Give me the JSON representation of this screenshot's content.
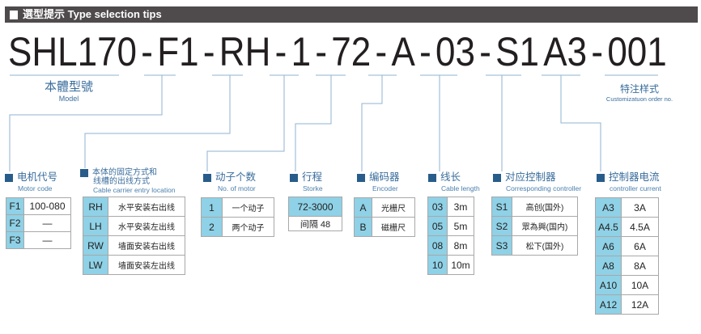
{
  "header": {
    "title": "選型提示 Type selection tips"
  },
  "model_code": [
    "SHL170",
    "-",
    "F1",
    "-",
    "RH",
    "-",
    "1",
    "-",
    "72",
    "-",
    "A",
    "-",
    "03",
    "-",
    "S1",
    "A3",
    "-",
    "001"
  ],
  "model_label": {
    "cn": "本體型號",
    "en": "Model"
  },
  "custom_label": {
    "cn": "特注样式",
    "en": "Customizatuon order no."
  },
  "sections": {
    "motor_code": {
      "title": "电机代号",
      "sub": "Motor code",
      "rows": [
        [
          "F1",
          "100-080"
        ],
        [
          "F2",
          "—"
        ],
        [
          "F3",
          "—"
        ]
      ]
    },
    "cable_carrier": {
      "title1": "本体的固定方式和",
      "title2": "线槽的出线方式",
      "sub": "Cable carrier entry location",
      "rows": [
        [
          "RH",
          "水平安装右出线"
        ],
        [
          "LH",
          "水平安装左出线"
        ],
        [
          "RW",
          "墙面安装右出线"
        ],
        [
          "LW",
          "墙面安装左出线"
        ]
      ]
    },
    "motor_count": {
      "title": "动子个数",
      "sub": "No. of motor",
      "rows": [
        [
          "1",
          "一个动子"
        ],
        [
          "2",
          "两个动子"
        ]
      ]
    },
    "stroke": {
      "title": "行程",
      "sub": "Storke",
      "range": "72-3000",
      "interval": "间隔 48"
    },
    "encoder": {
      "title": "编码器",
      "sub": "Encoder",
      "rows": [
        [
          "A",
          "光栅尺"
        ],
        [
          "B",
          "磁栅尺"
        ]
      ]
    },
    "cable_length": {
      "title": "线长",
      "sub": "Cable length",
      "rows": [
        [
          "03",
          "3m"
        ],
        [
          "05",
          "5m"
        ],
        [
          "08",
          "8m"
        ],
        [
          "10",
          "10m"
        ]
      ]
    },
    "controller": {
      "title": "对应控制器",
      "sub": "Corresponding controller",
      "rows": [
        [
          "S1",
          "高创(国外)"
        ],
        [
          "S2",
          "眾為興(国内)"
        ],
        [
          "S3",
          "松下(国外)"
        ]
      ]
    },
    "current": {
      "title": "控制器电流",
      "sub": "controller current",
      "rows": [
        [
          "A3",
          "3A"
        ],
        [
          "A4.5",
          "4.5A"
        ],
        [
          "A6",
          "6A"
        ],
        [
          "A8",
          "8A"
        ],
        [
          "A10",
          "10A"
        ],
        [
          "A12",
          "12A"
        ]
      ]
    }
  }
}
